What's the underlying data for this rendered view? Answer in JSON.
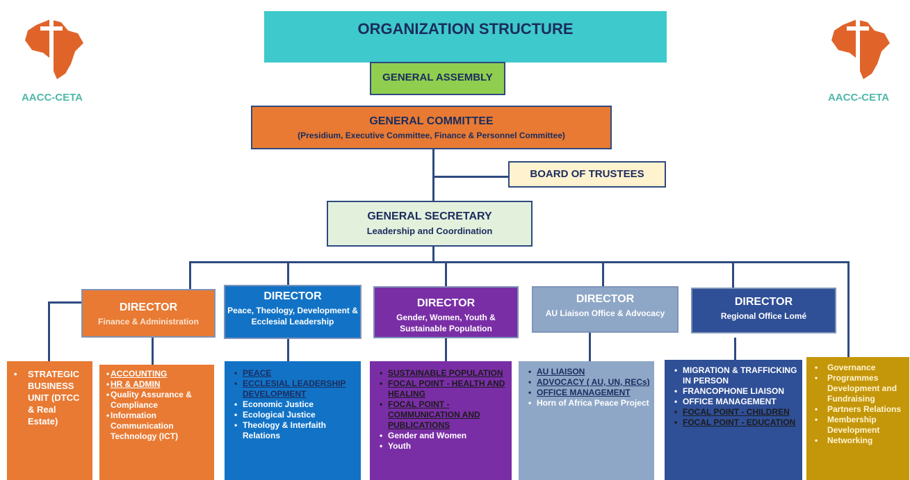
{
  "logo": {
    "text": "AACC-CETA",
    "colors": {
      "africa": "#e0642a",
      "text": "#4fb8a8"
    }
  },
  "title": "ORGANIZATION STRUCTURE",
  "general_assembly": "GENERAL ASSEMBLY",
  "general_committee": {
    "title": "GENERAL COMMITTEE",
    "subtitle": "(Presidium, Executive Committee, Finance & Personnel Committee)"
  },
  "board_of_trustees": "BOARD OF TRUSTEES",
  "general_secretary": {
    "title": "GENERAL SECRETARY",
    "subtitle": "Leadership and Coordination"
  },
  "directors": [
    {
      "title": "DIRECTOR",
      "subtitle": "Finance & Administration"
    },
    {
      "title": "DIRECTOR",
      "subtitle": "Peace, Theology, Development & Ecclesial Leadership"
    },
    {
      "title": "DIRECTOR",
      "subtitle": "Gender, Women, Youth & Sustainable Population"
    },
    {
      "title": "DIRECTOR",
      "subtitle": "AU Liaison Office & Advocacy"
    },
    {
      "title": "DIRECTOR",
      "subtitle": "Regional Office Lomé"
    }
  ],
  "strategic_unit": [
    "STRATEGIC BUSINESS UNIT (DTCC & Real Estate)"
  ],
  "finance_items": [
    "ACCOUNTING",
    "HR & ADMIN",
    "Quality Assurance & Compliance",
    "Information Communication Technology (ICT)"
  ],
  "peace_items": [
    "PEACE",
    "ECCLESIAL LEADERSHIP DEVELOPMENT",
    "Economic Justice",
    "Ecological Justice",
    "Theology & Interfaith Relations"
  ],
  "gender_items": [
    "SUSTAINABLE POPULATION",
    "FOCAL POINT - HEALTH AND HEALING",
    "FOCAL POINT - COMMUNICATION AND PUBLICATIONS",
    "Gender and Women",
    "Youth"
  ],
  "au_items": [
    "AU LIAISON",
    "ADVOCACY ( AU, UN, RECs)",
    "OFFICE MANAGEMENT",
    "Horn of Africa Peace Project"
  ],
  "lome_items": [
    "MIGRATION & TRAFFICKING IN PERSON",
    "FRANCOPHONE LIAISON",
    "OFFICE MANAGEMENT",
    "FOCAL POINT - CHILDREN",
    "FOCAL POINT - EDUCATION"
  ],
  "gs_items": [
    "Governance",
    "Programmes Development and Fundraising",
    "Partners Relations",
    "Membership Development",
    "Networking"
  ]
}
